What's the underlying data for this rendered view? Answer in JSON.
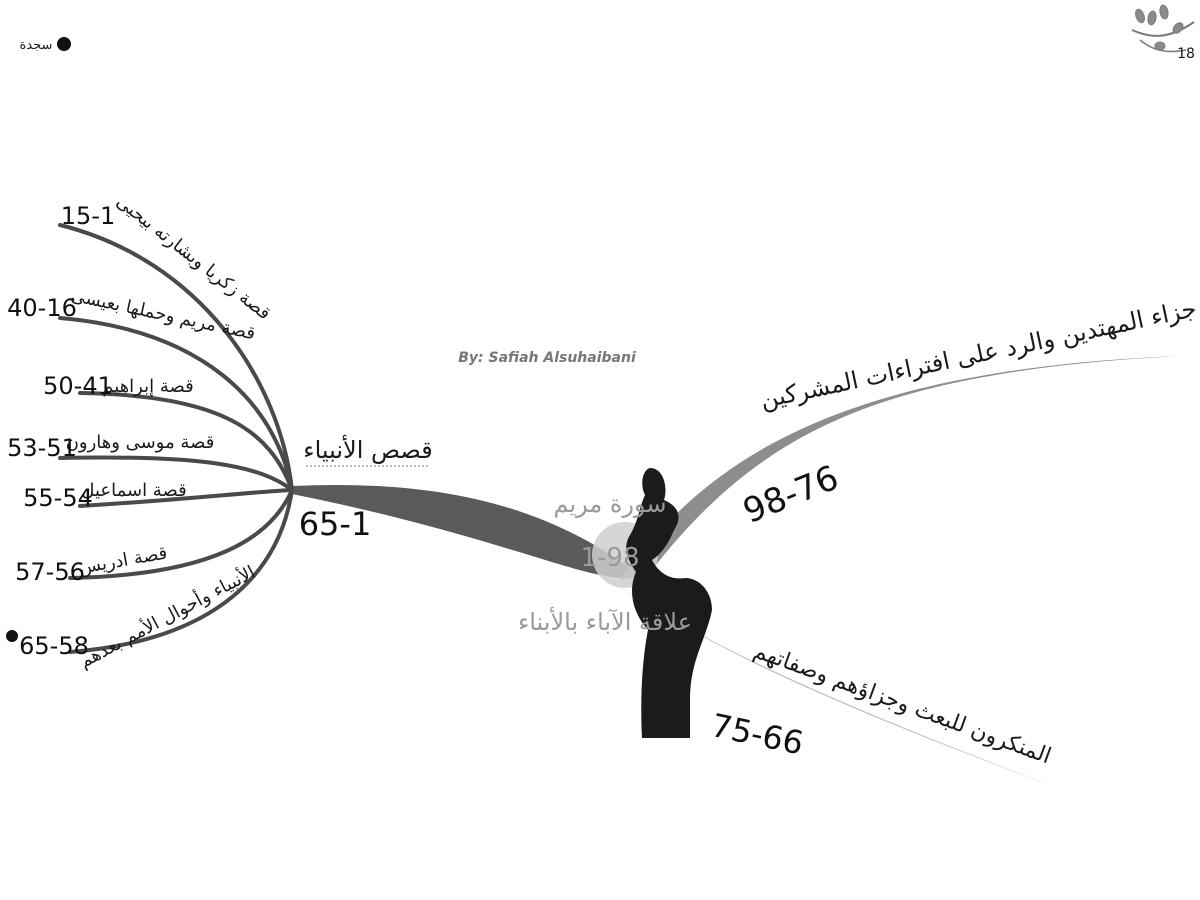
{
  "page_number": "18",
  "sajda_label": "سجدة",
  "author": "By: Safiah Alsuhaibani",
  "center": {
    "title": "سورة مريم",
    "count": "1-98",
    "theme": "علاقة الآباء بالأبناء"
  },
  "branches": {
    "prophets": {
      "title": "قصص الأنبياء",
      "range": "65-1"
    },
    "reward": {
      "title": "جزاء المهتدين والرد على افتراءات المشركين",
      "range": "98-76"
    },
    "deniers": {
      "title": "المنكرون للبعث وجزاؤهم وصفاتهم",
      "range": "75-66"
    }
  },
  "stories": [
    {
      "label": "قصة زكريا وبشارته بيحيى",
      "range": "15-1"
    },
    {
      "label": "قصة مريم وحملها بعيسى",
      "range": "40-16"
    },
    {
      "label": "قصة إبراهيم",
      "range": "50-41"
    },
    {
      "label": "قصة موسى وهارون",
      "range": "53-51"
    },
    {
      "label": "قصة اسماعيل",
      "range": "55-54"
    },
    {
      "label": "قصة ادريس",
      "range": "57-56"
    },
    {
      "label": "الأنبياء وأحوال الأمم بعدهم",
      "range": "65-58"
    }
  ],
  "colors": {
    "branch_dark": "#545454",
    "branch_mid": "#8d8d8d",
    "branch_light": "#bcbcbc",
    "silhouette": "#1b1b1b"
  }
}
